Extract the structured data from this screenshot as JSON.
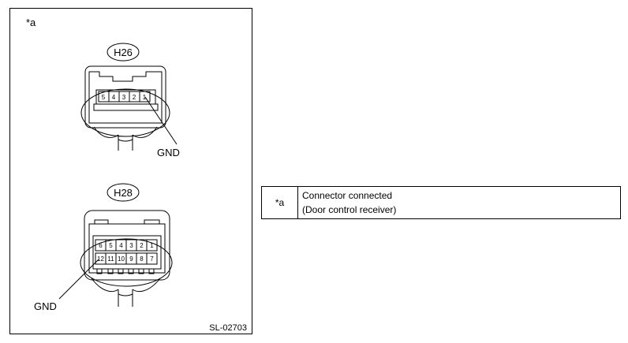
{
  "figure": {
    "marker": "*a",
    "figure_code": "SL-02703",
    "connectors": [
      {
        "id": "H26",
        "row1": [
          "5",
          "4",
          "3",
          "2",
          "1"
        ],
        "gnd_label": "GND"
      },
      {
        "id": "H28",
        "row1": [
          "6",
          "5",
          "4",
          "3",
          "2",
          "1"
        ],
        "row2": [
          "12",
          "11",
          "10",
          "9",
          "8",
          "7"
        ],
        "gnd_label": "GND"
      }
    ]
  },
  "legend": {
    "key": "*a",
    "line1": "Connector connected",
    "line2": "(Door control receiver)"
  }
}
